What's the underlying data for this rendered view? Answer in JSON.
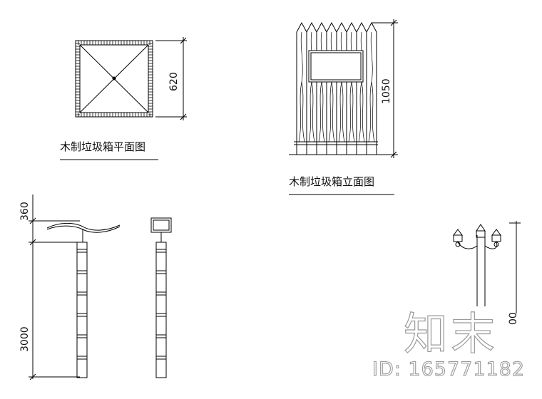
{
  "labels": {
    "plan_title": "木制垃圾箱平面图",
    "elevation_title": "木制垃圾箱立面图"
  },
  "dimensions": {
    "plan_width": "620",
    "elevation_height": "1050",
    "light_top": "360",
    "light_pole": "3000",
    "lamp_partial": "00"
  },
  "watermark": {
    "brand": "知末",
    "id_text": "ID: 165771182"
  },
  "colors": {
    "line": "#000000",
    "watermark": "#9a9a9a"
  }
}
